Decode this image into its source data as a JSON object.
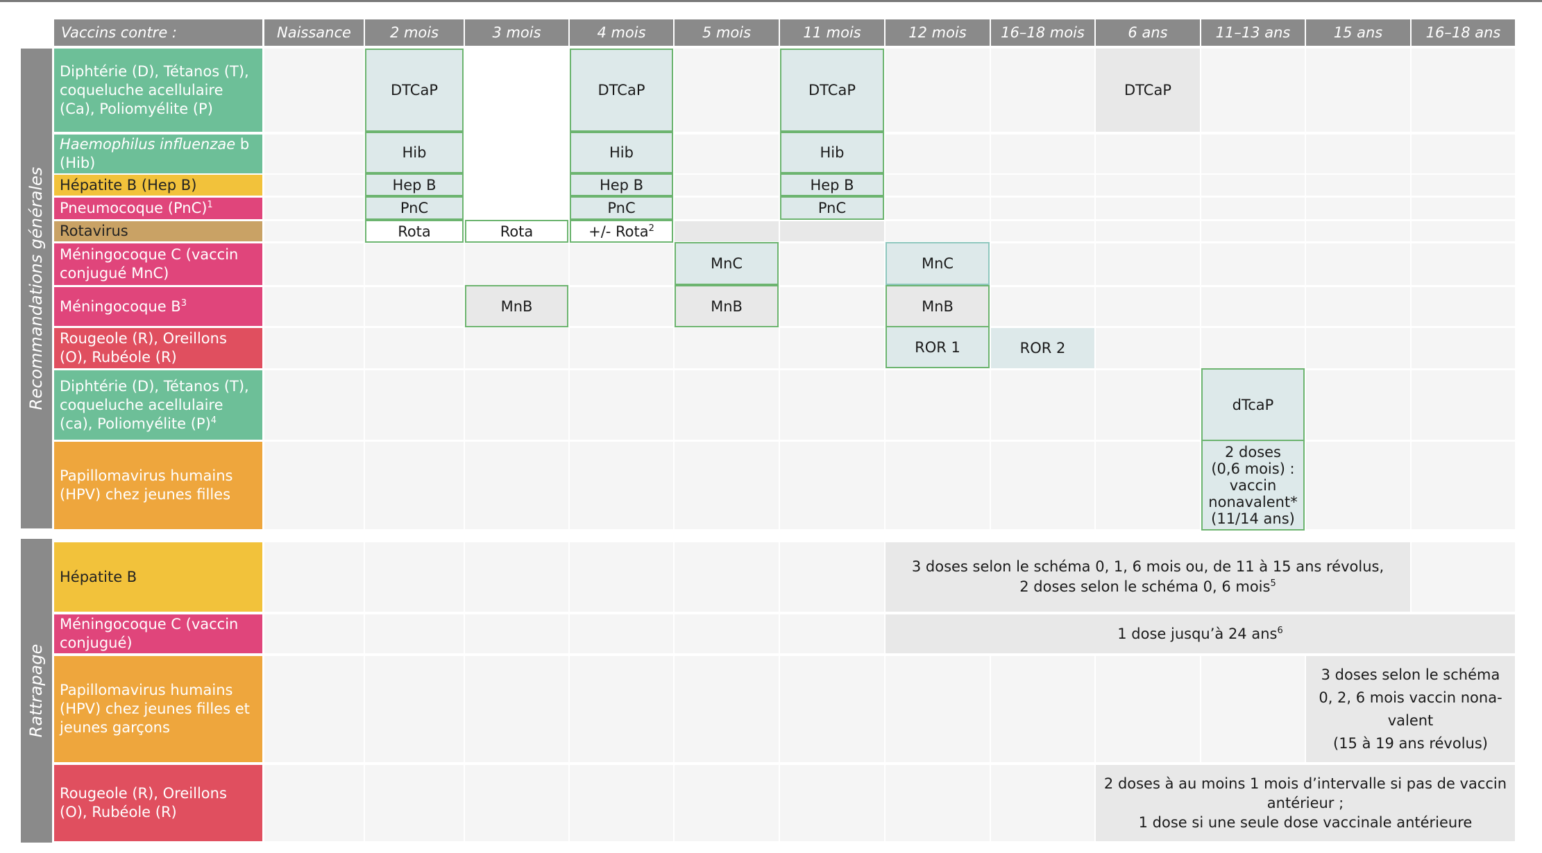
{
  "header": {
    "first": "Vaccins contre :",
    "columns": [
      "Naissance",
      "2 mois",
      "3 mois",
      "4 mois",
      "5 mois",
      "11 mois",
      "12 mois",
      "16–18 mois",
      "6 ans",
      "11–13 ans",
      "15 ans",
      "16–18 ans"
    ]
  },
  "sections": {
    "general": "Recommandations générales",
    "catchup": "Rattrapage"
  },
  "rows": [
    {
      "label": "Diphtérie (D), Tétanos (T), coqueluche acellulaire (Ca), Poliomyélite (P)",
      "color": "#6dbf98"
    },
    {
      "label_italic": "Haemophilus influenzae",
      "label_rest": " b (Hib)",
      "color": "#6dbf98"
    },
    {
      "label": "Hépatite B (Hep B)",
      "color": "#f2c23b"
    },
    {
      "label": "Pneumocoque (PnC)",
      "sup": "1",
      "color": "#e0457b"
    },
    {
      "label": "Rotavirus",
      "color": "#c9a265"
    },
    {
      "label": "Méningocoque C (vaccin conjugué MnC)",
      "color": "#e0457b"
    },
    {
      "label": "Méningocoque B",
      "sup": "3",
      "color": "#e0457b"
    },
    {
      "label": "Rougeole (R), Oreillons (O), Rubéole (R)",
      "color": "#e04f5f"
    },
    {
      "label": "Diphtérie (D), Tétanos (T), coqueluche acellulaire (ca), Poliomyélite (P)",
      "sup": "4",
      "color": "#6dbf98"
    },
    {
      "label": "Papillomavirus humains (HPV) chez jeunes filles",
      "color": "#eea63d"
    },
    {
      "label": "Hépatite B",
      "color": "#f2c23b"
    },
    {
      "label": "Méningocoque C (vaccin conjugué)",
      "color": "#e0457b"
    },
    {
      "label": "Papillomavirus humains (HPV) chez jeunes filles et jeunes garçons",
      "color": "#eea63d"
    },
    {
      "label": "Rougeole (R), Oreillons (O), Rubéole (R)",
      "color": "#e04f5f"
    }
  ],
  "doses": {
    "dtcap": "DTCaP",
    "hib": "Hib",
    "hepb": "Hep B",
    "pnc": "PnC",
    "rota": "Rota",
    "rota_opt": "+/- Rota",
    "rota_opt_sup": "2",
    "mnc": "MnC",
    "mnb": "MnB",
    "ror1": "ROR 1",
    "ror2": "ROR 2",
    "dtcap_small": "dTcaP",
    "hpv_girls": [
      "2 doses",
      "(0,6 mois) :",
      "vaccin",
      "nonavalent*",
      "(11/14 ans)"
    ],
    "hepb_catchup": [
      "3 doses selon le schéma 0, 1, 6 mois ou, de 11 à 15 ans révolus,",
      "2 doses selon le schéma 0, 6 mois"
    ],
    "hepb_catchup_sup": "5",
    "mnc_catchup": "1 dose jusqu’à 24 ans",
    "mnc_catchup_sup": "6",
    "hpv_catchup": [
      "3 doses selon le schéma",
      "0, 2, 6 mois vaccin nona-",
      "valent",
      "(15 à 19 ans révolus)"
    ],
    "ror_catchup": [
      "2 doses à au moins 1 mois d’intervalle si pas de vaccin",
      "antérieur ;",
      "1 dose si une seule dose vaccinale antérieure"
    ]
  }
}
